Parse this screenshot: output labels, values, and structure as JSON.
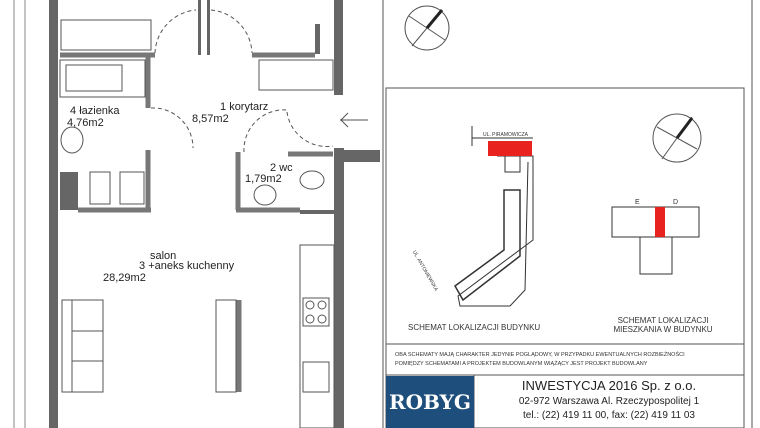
{
  "rooms": [
    {
      "number": "1",
      "name": "korytarz",
      "area": "8,57m2"
    },
    {
      "number": "2",
      "name": "wc",
      "area": "1,79m2"
    },
    {
      "number": "3",
      "name_line1": "salon",
      "name_line2": "+aneks kuchenny",
      "area": "28,29m2"
    },
    {
      "number": "4",
      "name": "łazienka",
      "area": "4,76m2"
    }
  ],
  "schematics": {
    "street_top": "UL. PIRAMOWICZA",
    "street_side": "UL. ANTONIEWSKA",
    "building_caption": "SCHEMAT LOKALIZACJI BUDYNKU",
    "apartment_caption_line1": "SCHEMAT LOKALIZACJI",
    "apartment_caption_line2": "MIESZKANIA W BUDYNKU",
    "section_e": "E",
    "section_d": "D",
    "highlight_color": "#e8231f"
  },
  "disclaimer": {
    "line1": "OBA SCHEMATY MAJĄ CHARAKTER JEDYNIE POGLĄDOWY, W PRZYPADKU EWENTUALNYCH ROZBIEŻNOŚCI",
    "line2": "POMIĘDZY SCHEMATAMI A PROJEKTEM BUDOWLANYM WIĄŻĄCY JEST PROJEKT BUDOWLANY"
  },
  "company": {
    "logo": "ROBYG",
    "name": "INWESTYCJA 2016 Sp. z o.o.",
    "address": "02-972 Warszawa  Al. Rzeczypospolitej 1",
    "contact": "tel.: (22) 419 11 00, fax: (22) 419 11 03",
    "brand_color": "#1e4f7c"
  }
}
